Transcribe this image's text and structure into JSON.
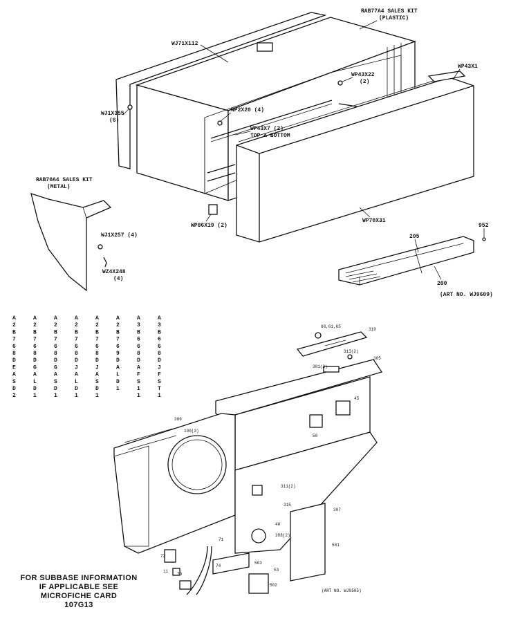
{
  "upper_labels": {
    "sales_kit_plastic": "RAB77A4 SALES KIT",
    "sales_kit_plastic_sub": "(PLASTIC)",
    "wj71x112": "WJ71X112",
    "wp43x1": "WP43X1",
    "wp43x22": "WP43X22",
    "wp43x22_qty": "(2)",
    "wj1x355": "WJ1X355",
    "wj1x355_qty": "(6)",
    "wp2x20": "WP2X20 (4)",
    "wp43x7": "WP43X7 (2)",
    "wp43x7_sub": "TOP & BOTTOM",
    "sales_kit_metal": "RAB70A4 SALES KIT",
    "sales_kit_metal_sub": "(METAL)",
    "wj1x257": "WJ1X257 (4)",
    "wz4x248": "WZ4X248",
    "wz4x248_qty": "(4)",
    "wp86x19": "WP86X19 (2)",
    "wp70x31": "WP70X31",
    "p205": "205",
    "p200": "200",
    "p952": "952",
    "art_upper": "(ART NO. WJ9609)"
  },
  "model_columns": [
    [
      "A",
      "2",
      "B",
      "7",
      "6",
      "8",
      "D",
      "E",
      "A",
      "S",
      "D",
      "2"
    ],
    [
      "A",
      "2",
      "B",
      "7",
      "6",
      "8",
      "D",
      "G",
      "A",
      "L",
      "D",
      "1"
    ],
    [
      "A",
      "2",
      "B",
      "7",
      "6",
      "8",
      "D",
      "G",
      "A",
      "S",
      "D",
      "1"
    ],
    [
      "A",
      "2",
      "B",
      "7",
      "6",
      "8",
      "D",
      "J",
      "A",
      "L",
      "D",
      "1"
    ],
    [
      "A",
      "2",
      "B",
      "7",
      "6",
      "8",
      "D",
      "J",
      "A",
      "S",
      "D",
      "1"
    ],
    [
      "A",
      "2",
      "B",
      "7",
      "6",
      "9",
      "D",
      "A",
      "L",
      "D",
      "1"
    ],
    [
      "A",
      "3",
      "B",
      "6",
      "6",
      "8",
      "D",
      "A",
      "F",
      "S",
      "1",
      "1"
    ],
    [
      "A",
      "3",
      "B",
      "6",
      "6",
      "8",
      "D",
      "J",
      "F",
      "S",
      "T",
      "1"
    ]
  ],
  "lower_labels": {
    "l60": "60,61,65",
    "l310": "310",
    "l313": "313(2)",
    "l305": "305",
    "l301": "301(2)",
    "l45": "45",
    "l50": "50",
    "l100": "100(3)",
    "l306": "306",
    "l311": "311(2)",
    "l315": "315",
    "l307": "307",
    "l40": "40",
    "l308": "308(2)",
    "l71": "71",
    "l72": "72",
    "l11": "11",
    "l70": "70",
    "l74": "74",
    "l503": "503",
    "l53": "53",
    "l501": "501",
    "l502": "502",
    "art_lower": "(ART NO. WJ9505)"
  },
  "subbase_note": [
    "FOR SUBBASE INFORMATION",
    "IF APPLICABLE SEE",
    "MICROFICHE CARD",
    "107G13"
  ]
}
